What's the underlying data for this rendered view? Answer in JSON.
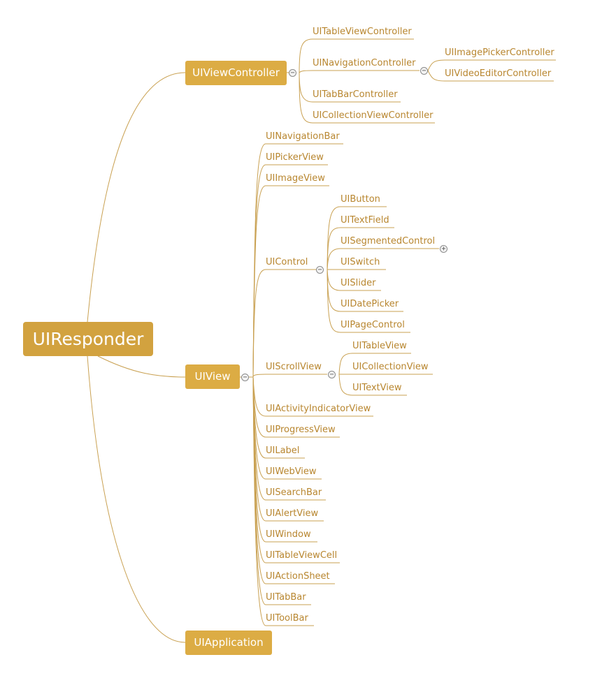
{
  "root": "UIResponder",
  "branches": {
    "viewcontroller": {
      "label": "UIViewController",
      "children": {
        "tableview": "UITableViewController",
        "navigation": {
          "label": "UINavigationController",
          "children": [
            "UIImagePickerController",
            "UIVideoEditorController"
          ]
        },
        "tabbar": "UITabBarController",
        "collectionview": "UICollectionViewController"
      }
    },
    "view": {
      "label": "UIView",
      "children": {
        "navigationbar": "UINavigationBar",
        "pickerview": "UIPickerView",
        "imageview": "UIImageView",
        "control": {
          "label": "UIControl",
          "children": [
            "UIButton",
            "UITextField",
            "UISegmentedControl",
            "UISwitch",
            "UISlider",
            "UIDatePicker",
            "UIPageControl"
          ]
        },
        "scrollview": {
          "label": "UIScrollView",
          "children": [
            "UITableView",
            "UICollectionView",
            "UITextView"
          ]
        },
        "others": [
          "UIActivityIndicatorView",
          "UIProgressView",
          "UILabel",
          "UIWebView",
          "UISearchBar",
          "UIAlertView",
          "UIWindow",
          "UITableViewCell",
          "UIActionSheet",
          "UITabBar",
          "UIToolBar"
        ]
      }
    },
    "application": {
      "label": "UIApplication"
    }
  },
  "toggles": {
    "collapse": "−",
    "expand": "+"
  },
  "colors": {
    "root": "#d2a23f",
    "branch": "#dcac44",
    "text": "#b8862f",
    "line": "#c9a152"
  }
}
